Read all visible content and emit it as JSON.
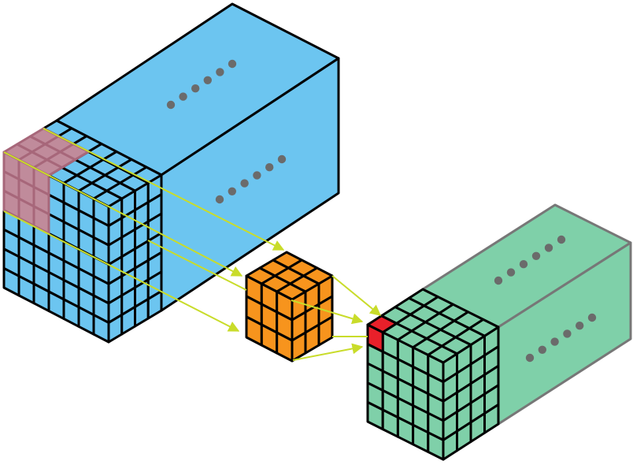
{
  "colors": {
    "input_volume": "#6cc5f0",
    "receptive_field": "#c08b9b",
    "receptive_field_lines": "#a7677a",
    "kernel": "#f7941d",
    "output_volume": "#7fd0a9",
    "output_cell": "#e8202a",
    "connector": "#c9dc2a",
    "dots": "#6b6b6b",
    "edge": "#000000",
    "output_box_edge": "#777777"
  },
  "input_volume": {
    "columns": 7,
    "rows": 7,
    "depth": 4,
    "dots_per_row": 6
  },
  "receptive_field": {
    "columns": 3,
    "rows": 3,
    "depth": 3
  },
  "kernel": {
    "columns": 3,
    "rows": 3,
    "depth": 3
  },
  "output_volume": {
    "columns": 5,
    "rows": 5,
    "depth": 4,
    "dots_per_row": 6
  }
}
